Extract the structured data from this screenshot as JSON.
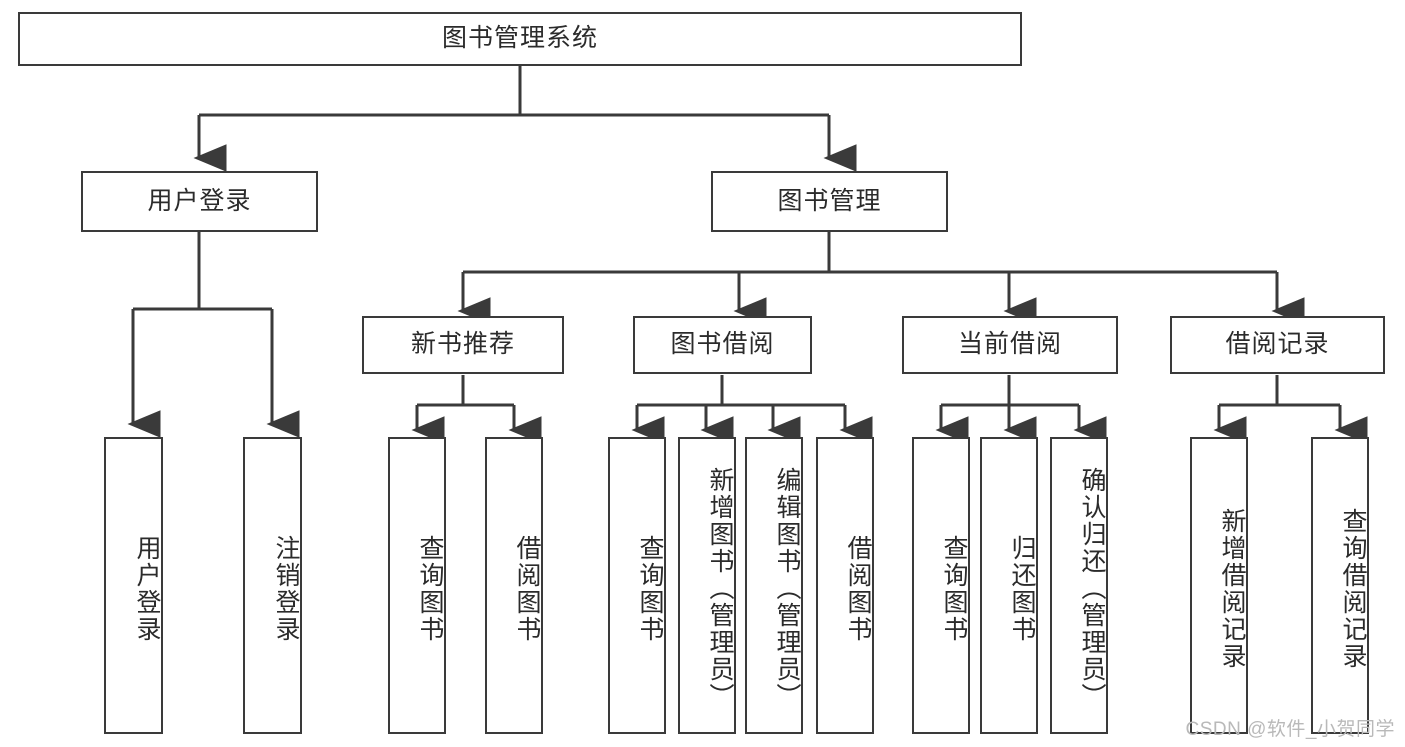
{
  "diagram": {
    "title": "图书管理系统",
    "type": "hierarchy-tree",
    "watermark": "CSDN @软件_小贺同学",
    "colors": {
      "stroke": "#3a3a3a",
      "fill": "#ffffff",
      "text": "#2b2b2b",
      "watermark": "#b9b9b9"
    },
    "root": {
      "label": "图书管理系统"
    },
    "level1": [
      {
        "label": "用户登录"
      },
      {
        "label": "图书管理"
      }
    ],
    "level2": [
      {
        "label": "新书推荐"
      },
      {
        "label": "图书借阅"
      },
      {
        "label": "当前借阅"
      },
      {
        "label": "借阅记录"
      }
    ],
    "leaves": {
      "user_login": [
        {
          "label": "用户登录"
        },
        {
          "label": "注销登录"
        }
      ],
      "new_book_recommend": [
        {
          "label": "查询图书"
        },
        {
          "label": "借阅图书"
        }
      ],
      "book_borrow": [
        {
          "label": "查询图书"
        },
        {
          "label": "新增图书（管理员）"
        },
        {
          "label": "编辑图书（管理员）"
        },
        {
          "label": "借阅图书"
        }
      ],
      "current_borrow": [
        {
          "label": "查询图书"
        },
        {
          "label": "归还图书"
        },
        {
          "label": "确认归还（管理员）"
        }
      ],
      "borrow_record": [
        {
          "label": "新增借阅记录"
        },
        {
          "label": "查询借阅记录"
        }
      ]
    }
  }
}
